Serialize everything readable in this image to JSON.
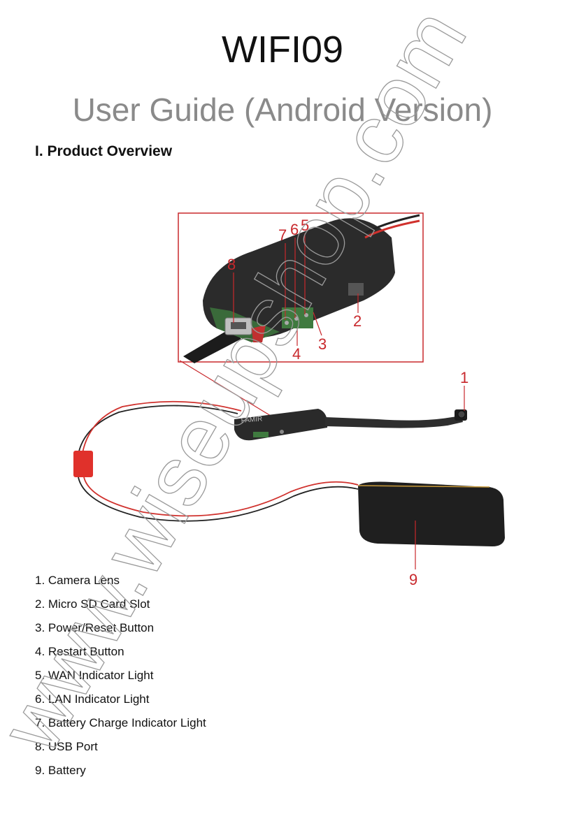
{
  "doc": {
    "title": "WIFI09",
    "subtitle": "User Guide (Android Version)",
    "section_heading": "I. Product Overview"
  },
  "callouts": [
    "1",
    "2",
    "3",
    "4",
    "5",
    "6",
    "7",
    "8",
    "9"
  ],
  "parts": [
    "1. Camera Lens",
    "2. Micro SD Card Slot",
    "3. Power/Reset Button",
    "4. Restart Button",
    "5. WAN Indicator Light",
    "6. LAN Indicator Light",
    "7. Battery Charge Indicator Light",
    "8. USB Port",
    "9. Battery"
  ],
  "module_print": "FAMIR",
  "watermark_text": "www.wiseupshop.com",
  "colors": {
    "callout": "#c8282c",
    "subtitle": "#8a8a8a",
    "board": "#2a2a2a",
    "wire_red": "#d0312d"
  }
}
